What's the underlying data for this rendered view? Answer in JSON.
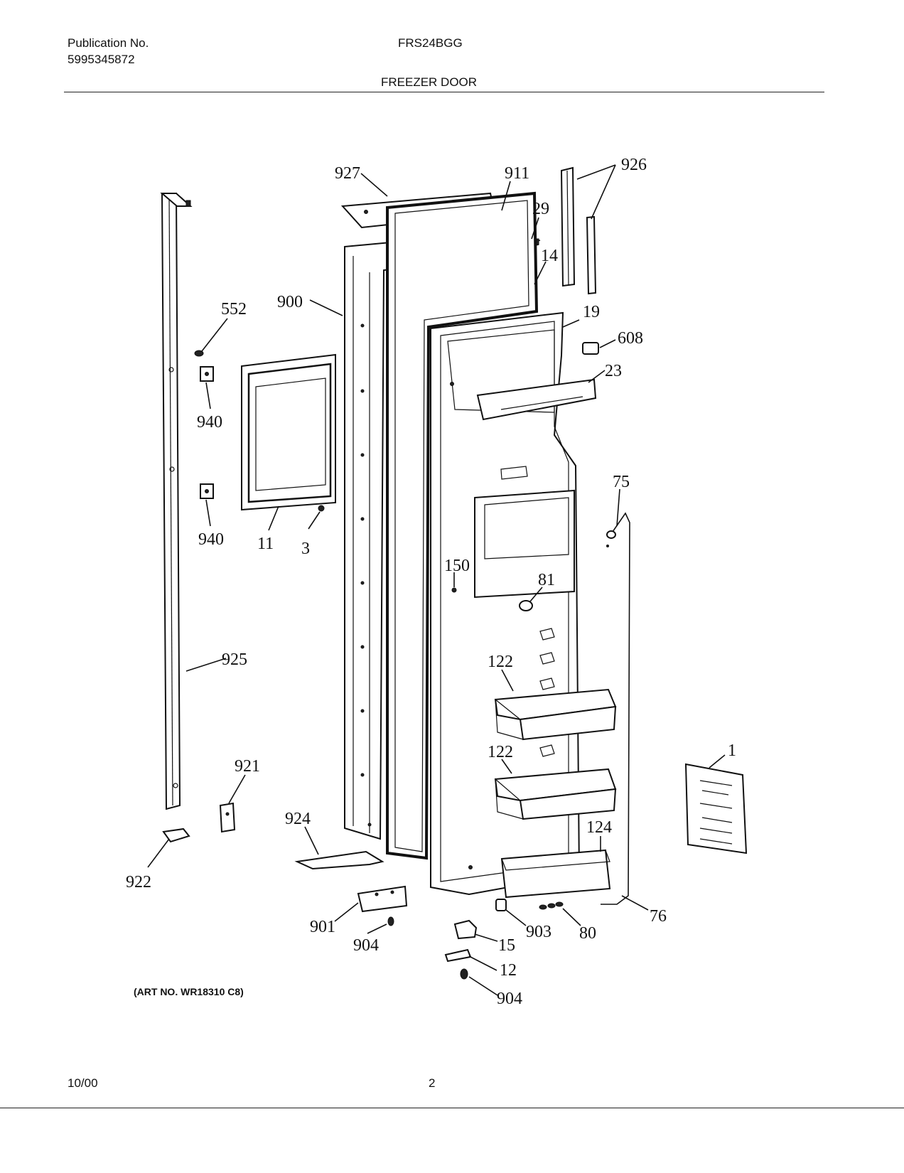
{
  "header": {
    "publication_label": "Publication No.",
    "publication_number": "5995345872",
    "model": "FRS24BGG",
    "section_title": "FREEZER DOOR"
  },
  "footer": {
    "date": "10/00",
    "page_number": "2"
  },
  "art_number": "(ART NO. WR18310 C8)",
  "callouts": [
    {
      "id": "927",
      "text": "927"
    },
    {
      "id": "911",
      "text": "911"
    },
    {
      "id": "926",
      "text": "926"
    },
    {
      "id": "29",
      "text": "29"
    },
    {
      "id": "14",
      "text": "14"
    },
    {
      "id": "19",
      "text": "19"
    },
    {
      "id": "608",
      "text": "608"
    },
    {
      "id": "23",
      "text": "23"
    },
    {
      "id": "552",
      "text": "552"
    },
    {
      "id": "900",
      "text": "900"
    },
    {
      "id": "940a",
      "text": "940"
    },
    {
      "id": "940b",
      "text": "940"
    },
    {
      "id": "11",
      "text": "11"
    },
    {
      "id": "3",
      "text": "3"
    },
    {
      "id": "75",
      "text": "75"
    },
    {
      "id": "150",
      "text": "150"
    },
    {
      "id": "81",
      "text": "81"
    },
    {
      "id": "925",
      "text": "925"
    },
    {
      "id": "122a",
      "text": "122"
    },
    {
      "id": "122b",
      "text": "122"
    },
    {
      "id": "1",
      "text": "1"
    },
    {
      "id": "921",
      "text": "921"
    },
    {
      "id": "924",
      "text": "924"
    },
    {
      "id": "124",
      "text": "124"
    },
    {
      "id": "922",
      "text": "922"
    },
    {
      "id": "901",
      "text": "901"
    },
    {
      "id": "904a",
      "text": "904"
    },
    {
      "id": "903",
      "text": "903"
    },
    {
      "id": "80",
      "text": "80"
    },
    {
      "id": "76",
      "text": "76"
    },
    {
      "id": "15",
      "text": "15"
    },
    {
      "id": "12",
      "text": "12"
    },
    {
      "id": "904b",
      "text": "904"
    }
  ]
}
